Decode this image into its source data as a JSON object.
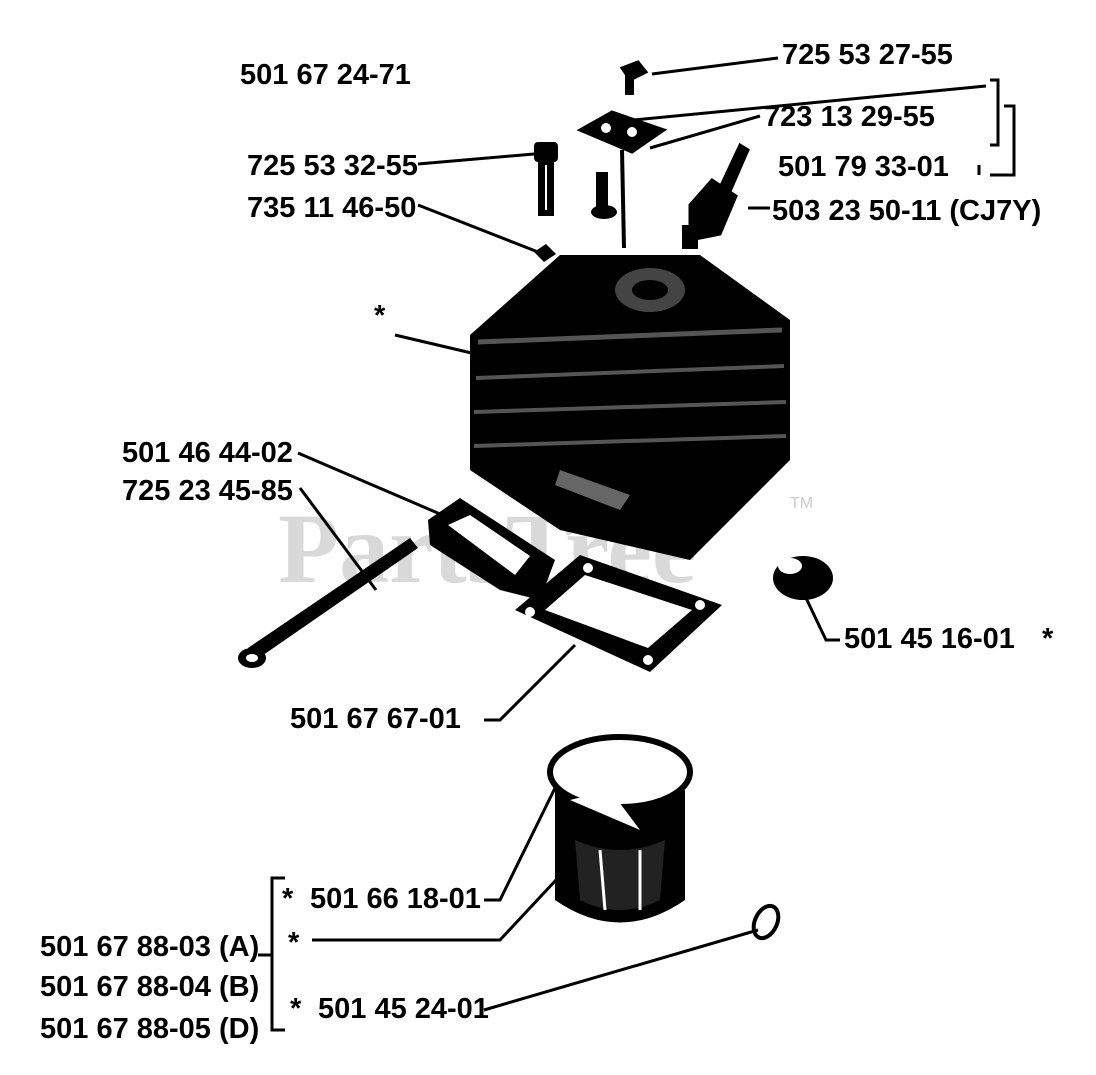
{
  "watermark": {
    "text": "PartsTree",
    "trademark": "TM"
  },
  "labels": {
    "assembly": "501 67 24-71",
    "p1": "725 53 27-55",
    "p2": "723 13 29-55",
    "p3": "501 79 33-01",
    "p4": "725 53 32-55",
    "p5": "735 11 46-50",
    "p6": "503 23 50-11 (CJ7Y)",
    "p7": "*",
    "p8": "501 46 44-02",
    "p9": "725 23 45-85",
    "p10": "501 45 16-01",
    "p10_star": "*",
    "p11": "501 67 67-01",
    "p12": "501 66 18-01",
    "p12_star": "*",
    "p13_star": "*",
    "p14": "501 45 24-01",
    "p14_star": "*",
    "kit_a": "501 67 88-03 (A)",
    "kit_b": "501 67 88-04 (B)",
    "kit_d": "501 67 88-05 (D)"
  }
}
